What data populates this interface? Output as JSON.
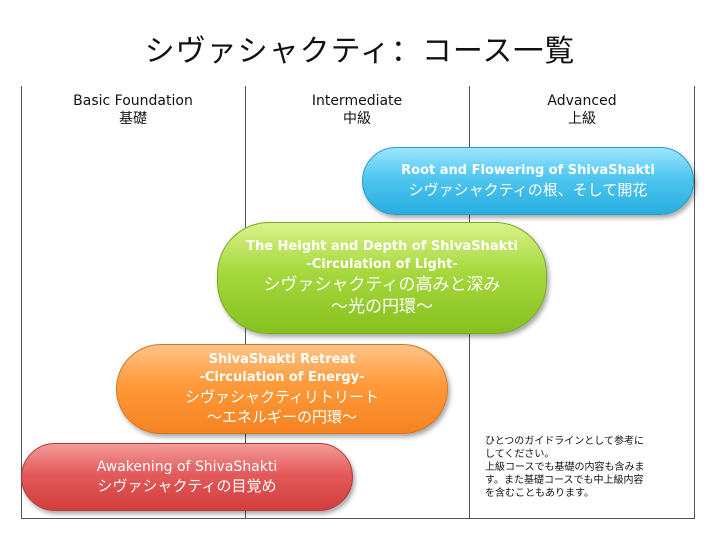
{
  "title": "シヴァシャクティ：コース一覧",
  "columns": [
    {
      "en": "Basic Foundation",
      "jp": "基礎"
    },
    {
      "en": "Intermediate",
      "jp": "中級"
    },
    {
      "en": "Advanced",
      "jp": "上級"
    }
  ],
  "courses": {
    "root": {
      "en1": "Root and Flowering of ShivaShakti",
      "jp1": "シヴァシャクティの根、そして開花",
      "color": "#4fc6f0"
    },
    "height": {
      "en1": "The Height and Depth of ShivaShakti",
      "en2": "-Circulation of Light-",
      "jp1": "シヴァシャクティの高みと深み",
      "jp2": "〜光の円環〜",
      "color": "#a6d83d"
    },
    "retreat": {
      "en1": "ShivaShakti Retreat",
      "en2": "-Circulation of Energy-",
      "jp1": "シヴァシャクティリトリート",
      "jp2": "〜エネルギーの円環〜",
      "color": "#ff9a3a"
    },
    "awaken": {
      "en1": "Awakening of ShivaShakti",
      "jp1": "シヴァシャクティの目覚め",
      "color": "#e45b5b"
    }
  },
  "note": {
    "line1": "ひとつのガイドラインとして参考に",
    "line2": "してください。",
    "line3": "上級コースでも基礎の内容も含みま",
    "line4": "す。また基礎コースでも中上級内容",
    "line5": "を含むこともあります。"
  }
}
